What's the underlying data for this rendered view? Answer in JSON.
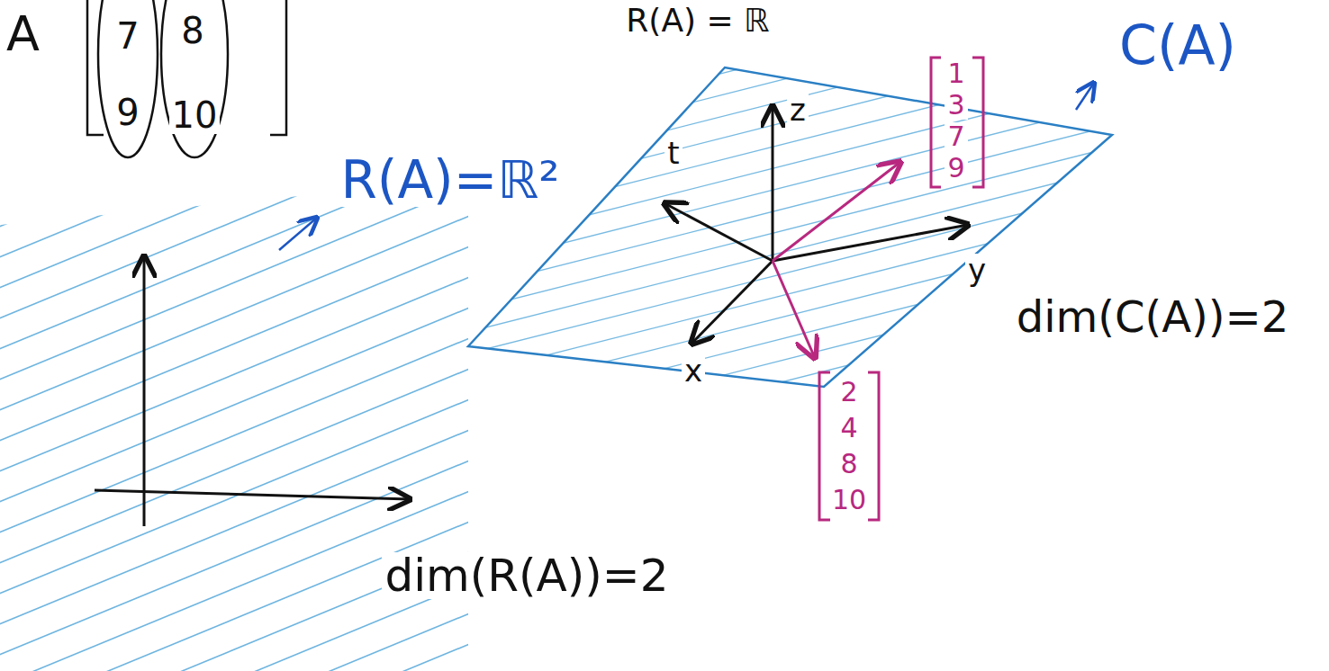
{
  "diagram": {
    "labels": [
      "A",
      "7",
      "8",
      "9",
      "10",
      "R(A) = ℝ",
      "1",
      "3",
      "7",
      "9",
      "C(A)",
      "z",
      "t",
      "R(A)=ℝ²",
      "y",
      "dim(C(A))=2",
      "x",
      "2",
      "4",
      "8",
      "10",
      "dim(R(A))=2"
    ]
  }
}
